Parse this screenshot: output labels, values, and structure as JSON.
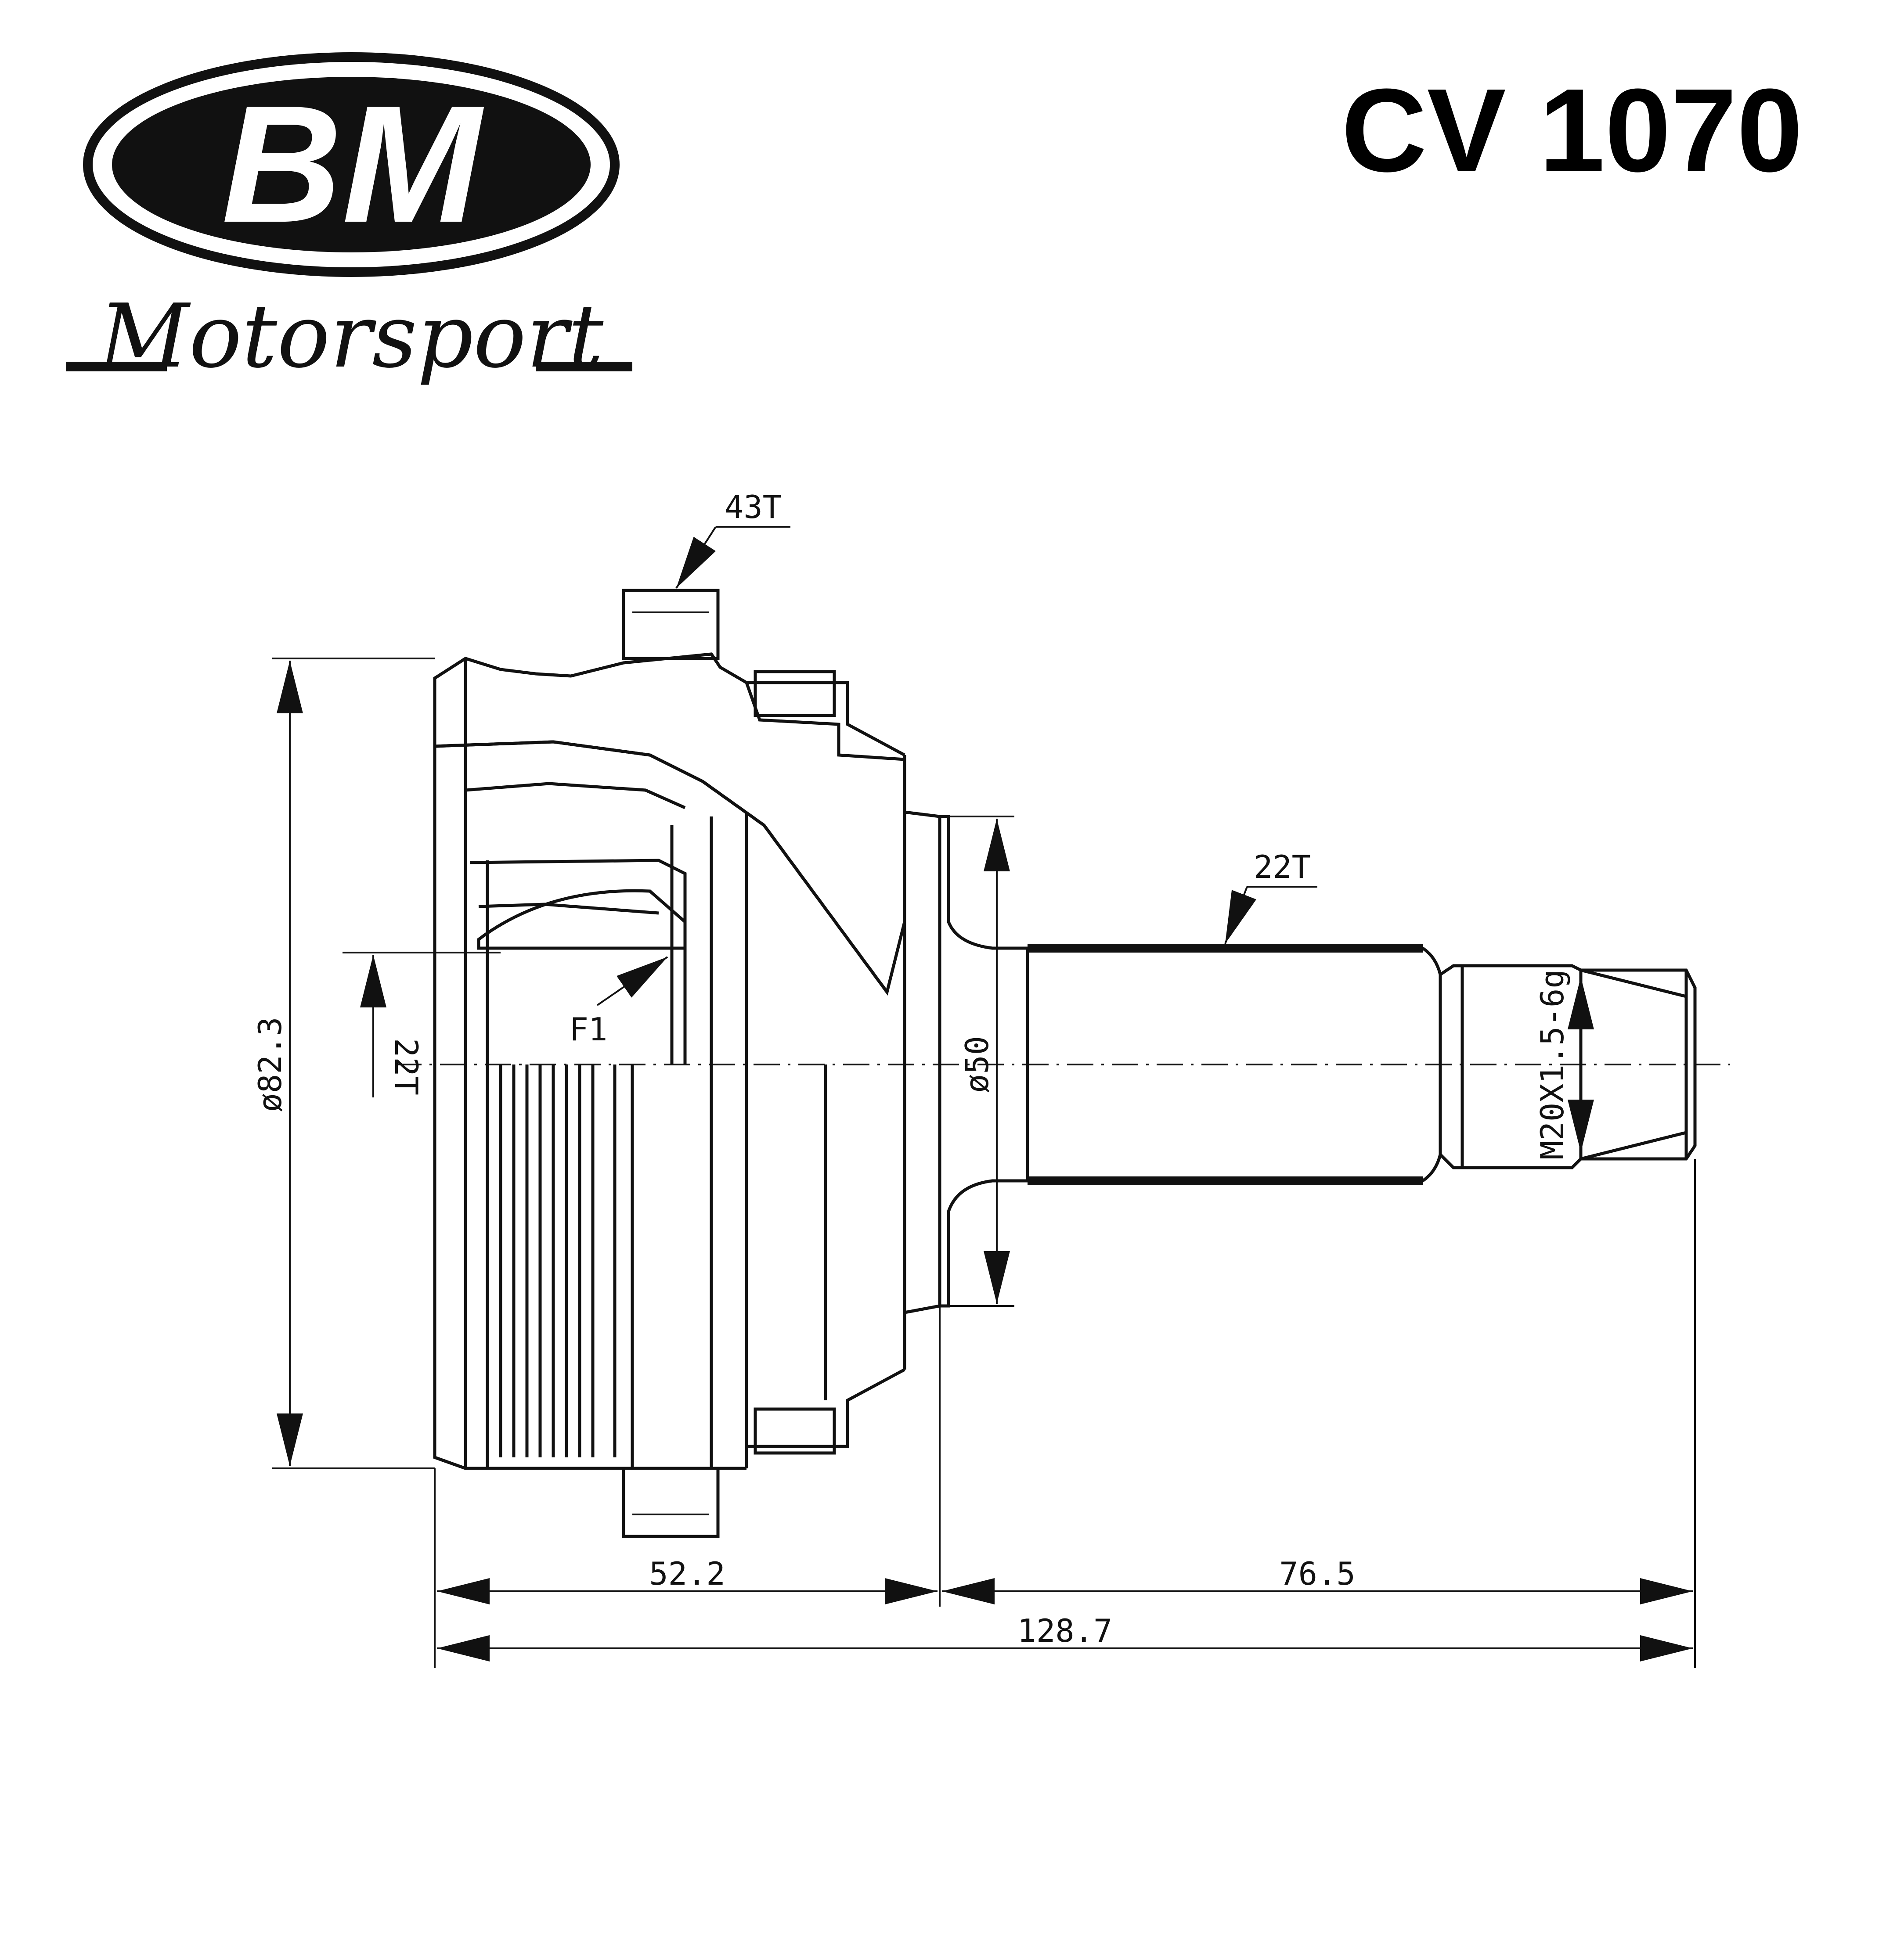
{
  "part_number": "CV 1070",
  "logo": {
    "mark": "BM",
    "script": "Motorsport"
  },
  "dimensions": {
    "outer_teeth": "43T",
    "shaft_spline": "22T",
    "inner_spline": "22T",
    "inner_label": "F1",
    "outer_diameter": "ø82.3",
    "shaft_diameter": "ø50",
    "thread": "M20X1.5-6g",
    "body_length": "52.2",
    "shaft_length": "76.5",
    "total_length": "128.7"
  },
  "colors": {
    "ink": "#111111",
    "background": "#ffffff"
  }
}
